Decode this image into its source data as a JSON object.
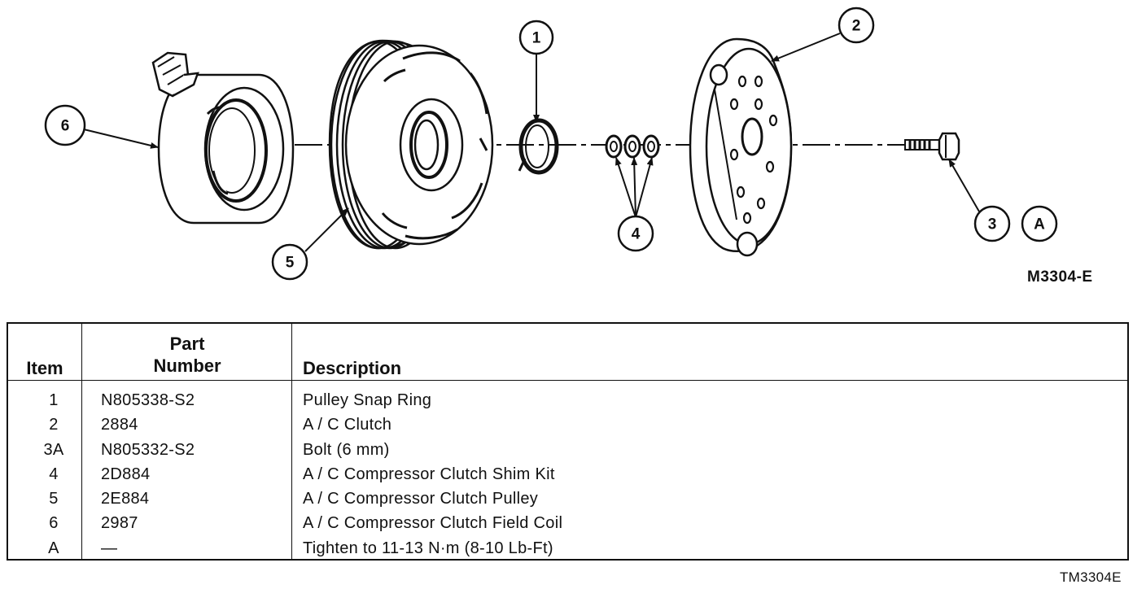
{
  "diagram": {
    "callouts": [
      "1",
      "2",
      "3",
      "A",
      "4",
      "5",
      "6"
    ],
    "figure_code": "M3304-E"
  },
  "table": {
    "headers": {
      "item": "Item",
      "part_line1": "Part",
      "part_line2": "Number",
      "description": "Description"
    },
    "rows": [
      {
        "item": "1",
        "part": "N805338-S2",
        "description": "Pulley Snap Ring"
      },
      {
        "item": "2",
        "part": "2884",
        "description": "A / C Clutch"
      },
      {
        "item": "3A",
        "part": "N805332-S2",
        "description": "Bolt (6 mm)"
      },
      {
        "item": "4",
        "part": "2D884",
        "description": "A / C Compressor Clutch Shim Kit"
      },
      {
        "item": "5",
        "part": "2E884",
        "description": "A / C Compressor Clutch Pulley"
      },
      {
        "item": "6",
        "part": "2987",
        "description": "A / C Compressor Clutch Field Coil"
      },
      {
        "item": "A",
        "part": "—",
        "description": "Tighten to 11-13 N·m (8-10 Lb-Ft)"
      }
    ]
  },
  "footer_code": "TM3304E"
}
